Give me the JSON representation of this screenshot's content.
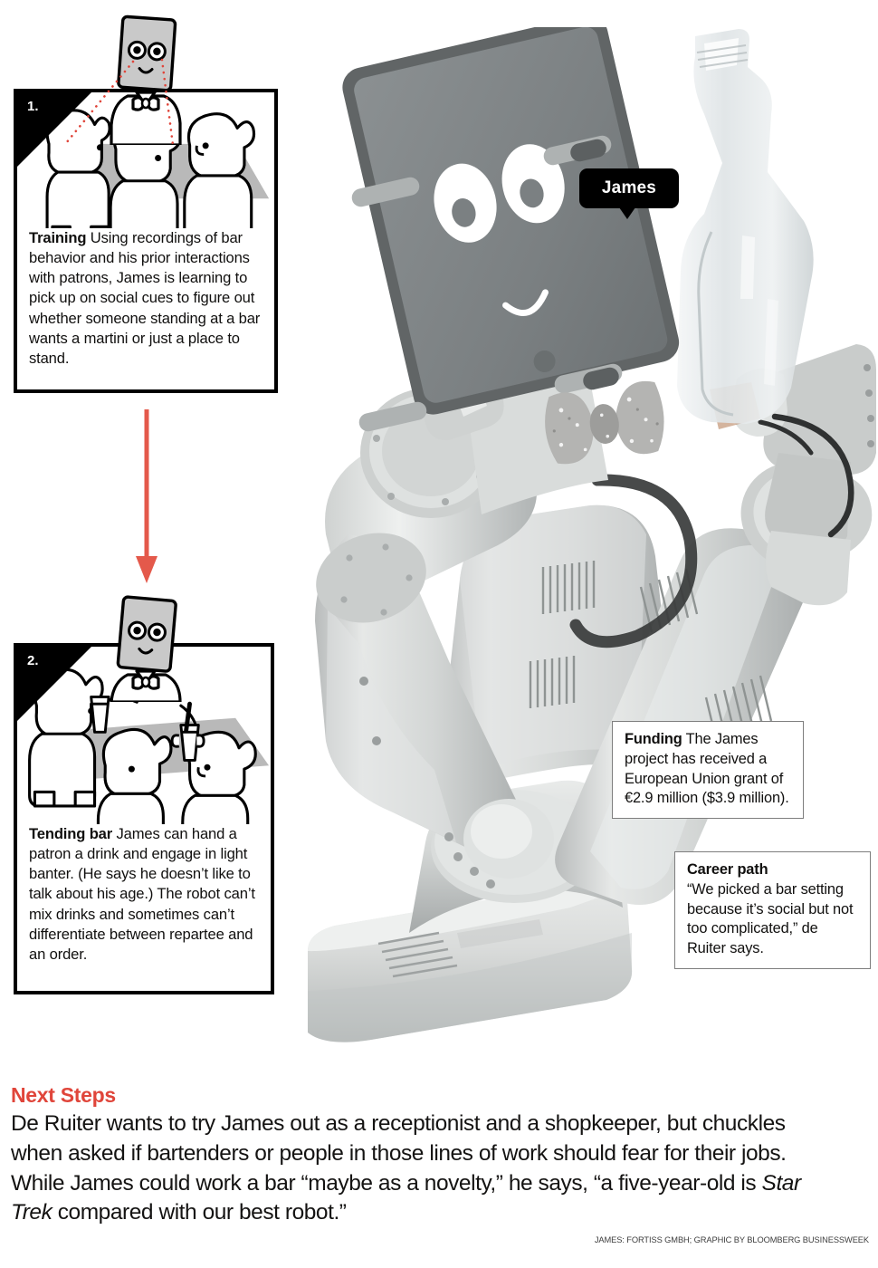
{
  "colors": {
    "accent_red": "#E0453A",
    "arrow_red": "#E4594B",
    "panel_border": "#000000",
    "callout_border": "#7E7E7E",
    "tag_background": "#000000",
    "robot_body": "#D9DBDA",
    "screen": "#7B7F80"
  },
  "robot_tag": {
    "label": "James"
  },
  "panels": [
    {
      "number": "1.",
      "heading": "Training",
      "text": " Using recordings of bar behavior and his prior interactions with patrons, James is learning to pick up on social cues to figure out whether someone standing at a bar wants a martini or just a place to stand.",
      "illustration": "robot-bartender-observing-three-patrons-with-red-sightlines"
    },
    {
      "number": "2.",
      "heading": "Tending bar",
      "text": " James can hand a patron a drink and engage in light banter. (He says he doesn’t like to talk about his age.) The robot can’t mix drinks and sometimes can’t differentiate between repartee and an order.",
      "illustration": "robot-bartender-handing-drinks-to-three-patrons"
    }
  ],
  "flow_arrow": {
    "direction": "down",
    "name": "step-flow-arrow"
  },
  "callouts": [
    {
      "id": "funding",
      "heading": "Funding",
      "text": " The James project has received a European Union grant of €2.9 million ($3.9 million)."
    },
    {
      "id": "career",
      "heading": "Career path",
      "text": "“We picked a bar setting because it’s social but not too complicated,” de Ruiter says."
    }
  ],
  "next_steps": {
    "heading": "Next Steps",
    "paragraph_part1": "De Ruiter wants to try James out as a receptionist and a shopkeeper, but chuckles when asked if bartenders or people in those lines of work should fear for their jobs. While James could work a bar “maybe as a novelty,” he says, “a five-year-old is ",
    "paragraph_italic": "Star Trek",
    "paragraph_part2": " compared with our best robot.”"
  },
  "credit": "JAMES: FORTISS GMBH; GRAPHIC BY BLOOMBERG BUSINESSWEEK"
}
